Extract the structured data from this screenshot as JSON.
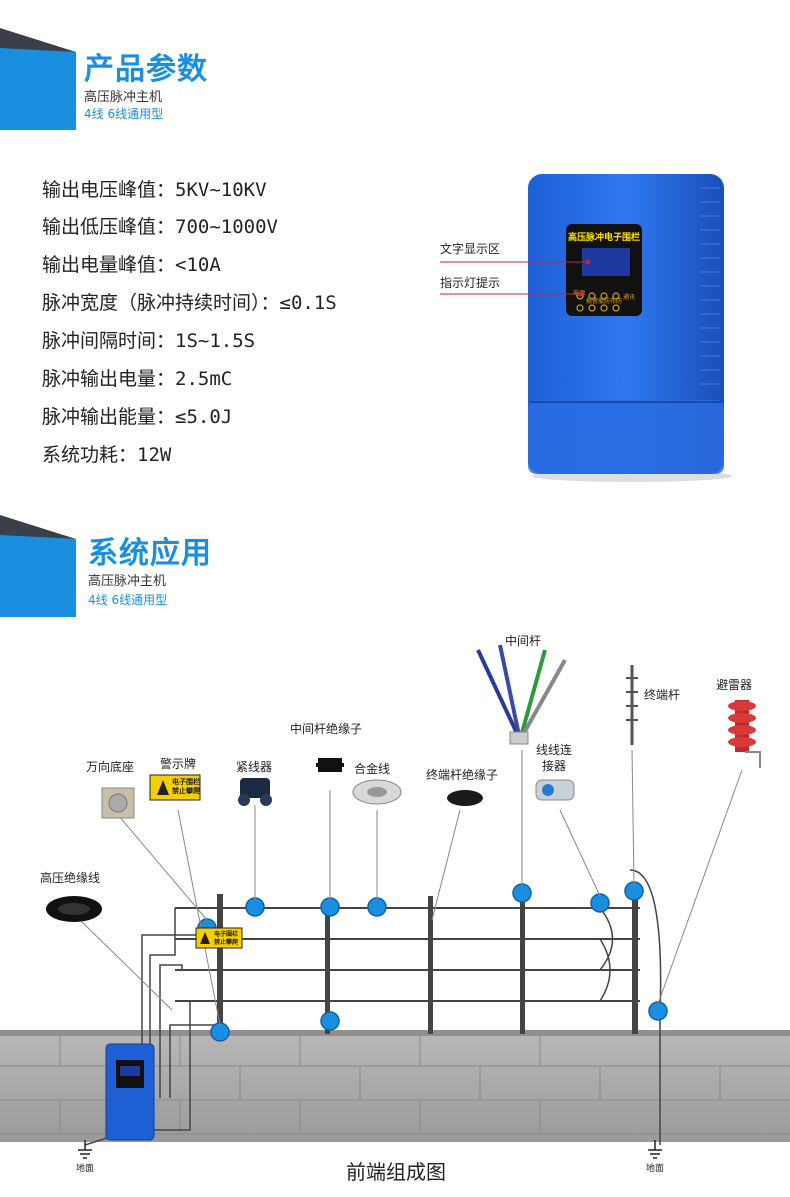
{
  "section1": {
    "title": "产品参数",
    "subtitle": "高压脉冲主机",
    "tag": "4线 6线通用型"
  },
  "params": [
    "输出电压峰值：5KV~10KV",
    "输出低压峰值：700~1000V",
    "输出电量峰值：<10A",
    "脉冲宽度（脉冲持续时间）：≤0.1S",
    "脉冲间隔时间：1S~1.5S",
    "脉冲输出电量：2.5mC",
    "脉冲输出能量：≤5.0J",
    "系统功耗：12W"
  ],
  "device": {
    "panel_title": "高压脉冲电子围栏",
    "callout_display": "文字显示区",
    "callout_indicator": "指示灯提示",
    "led_labels": [
      "电源",
      "报警",
      "撤防",
      "布防",
      "通讯"
    ]
  },
  "section2": {
    "title": "系统应用",
    "subtitle": "高压脉冲主机",
    "tag": "4线 6线通用型"
  },
  "diagram": {
    "labels": {
      "mid_pole": "中间杆",
      "end_pole": "终端杆",
      "arrester": "避雷器",
      "mid_insulator": "中间杆绝缘子",
      "universal_base": "万向底座",
      "warning_sign": "警示牌",
      "tensioner": "紧线器",
      "alloy_wire": "合金线",
      "end_insulator": "终端杆绝缘子",
      "connector_1": "线线连",
      "connector_2": "接器",
      "hv_cable": "高压绝缘线",
      "ground_left": "地面",
      "ground_right": "地面"
    },
    "sign_text_1": "电子围栏",
    "sign_text_2": "禁止攀爬",
    "caption": "前端组成图"
  }
}
